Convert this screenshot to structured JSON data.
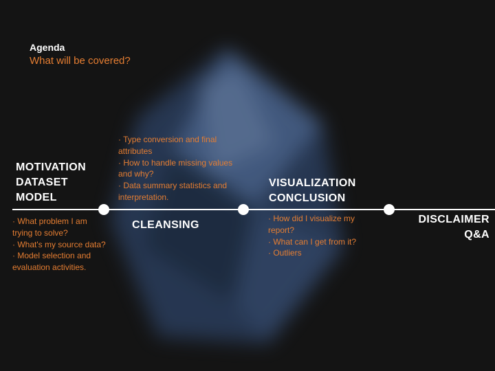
{
  "agenda": {
    "title": "Agenda",
    "subtitle": "What will be covered?"
  },
  "sections": {
    "motivation": {
      "heads": [
        "MOTIVATION",
        "DATASET",
        "MODEL"
      ],
      "bullets": [
        "· What problem I am",
        "trying to solve?",
        "· What's my source data?",
        "· Model selection and",
        "evaluation activities."
      ]
    },
    "cleansing": {
      "heads": [
        "CLEANSING"
      ],
      "bullets": [
        "· Type conversion and final",
        "attributes",
        "· How to handle missing values",
        "and why?",
        "· Data summary statistics and",
        "interpretation."
      ]
    },
    "visualization": {
      "heads": [
        "VISUALIZATION",
        "CONCLUSION"
      ],
      "bullets": [
        "· How did I visualize my",
        "report?",
        "· What can I get from it?",
        "· Outliers"
      ]
    },
    "disclaimer": {
      "heads": [
        "DISCLAIMER",
        "Q&A"
      ]
    }
  },
  "colors": {
    "accent": "#e67e32",
    "heading": "#ffffff",
    "background": "#141414",
    "timeline": "#ffffff"
  }
}
